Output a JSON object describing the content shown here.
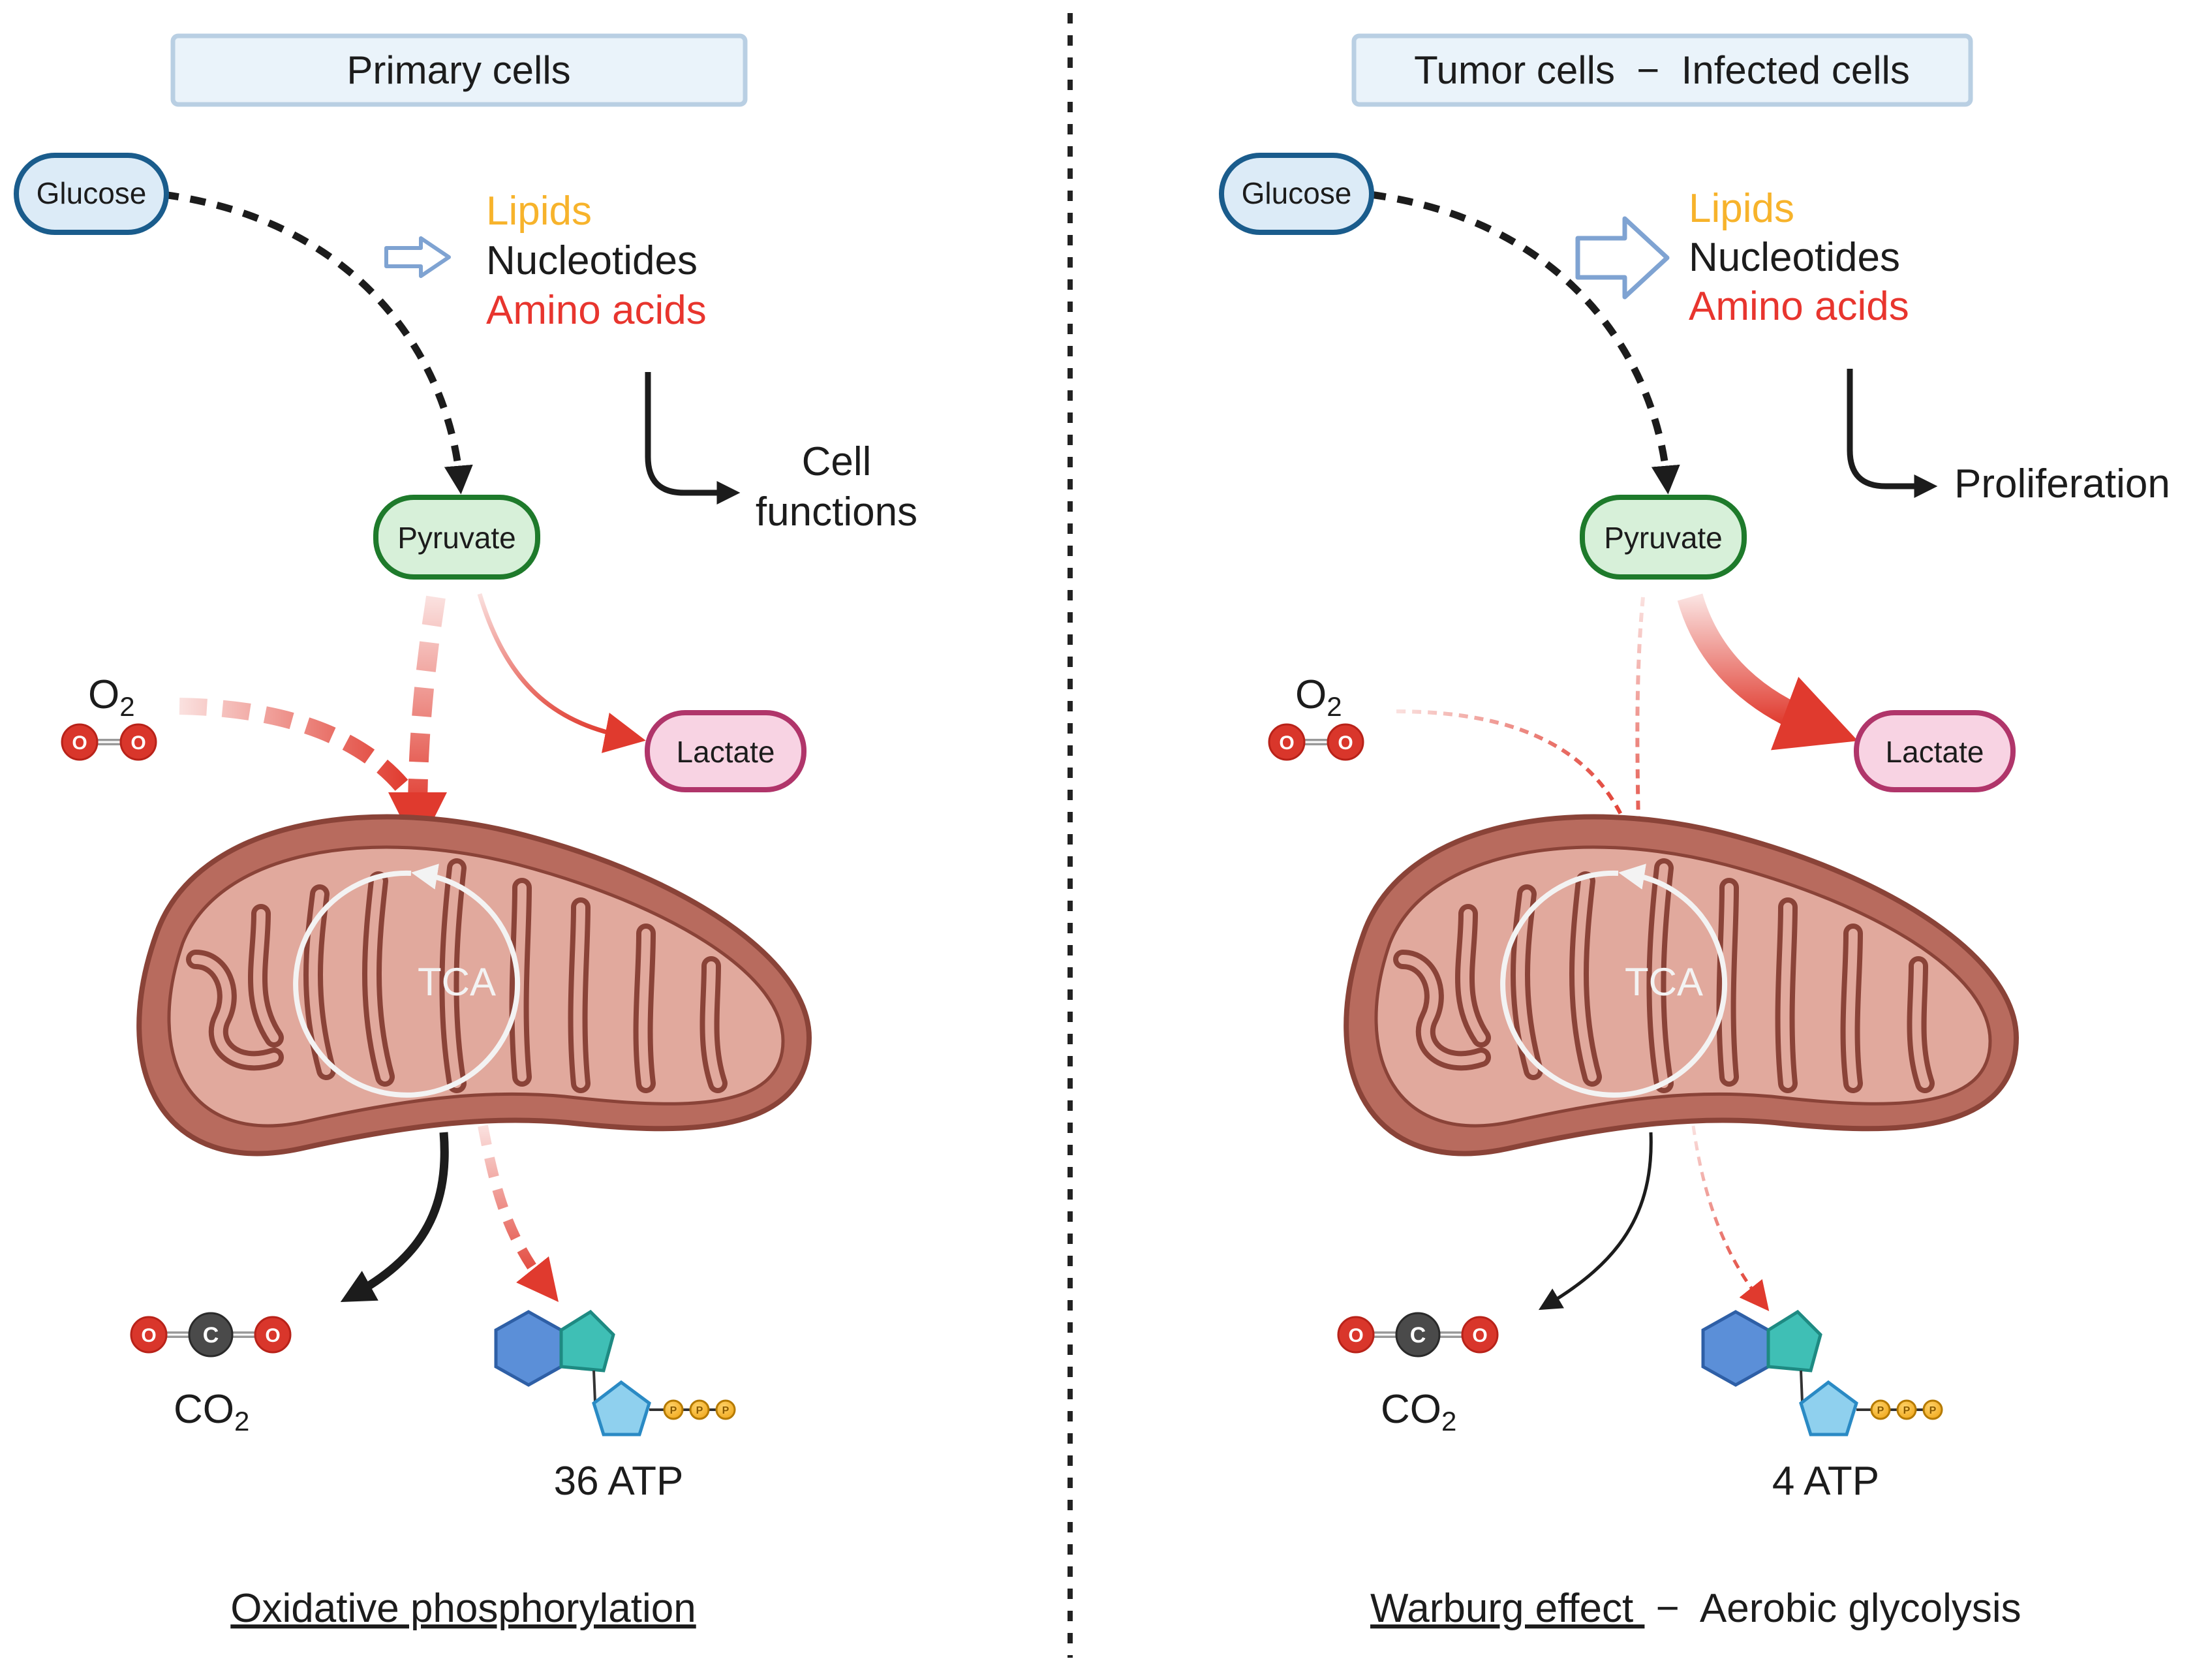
{
  "colors": {
    "lipids": "#F7B32B",
    "amino_acids": "#E8352E",
    "glucose_fill": "#DCEBF7",
    "glucose_stroke": "#1A5C8C",
    "pyruvate_fill": "#D7F0D9",
    "pyruvate_stroke": "#1E7A2B",
    "lactate_fill": "#F8D3E3",
    "lactate_stroke": "#B0356A",
    "mito_outer": "#B86B5E",
    "mito_inner": "#E1A99D",
    "arrow_red": "#E03A2E",
    "header_fill": "#EAF3FA",
    "header_stroke": "#B9CFE3"
  },
  "left_panel": {
    "header": "Primary cells",
    "glucose": "Glucose",
    "pyruvate": "Pyruvate",
    "lactate": "Lactate",
    "o2_label": "O",
    "o2_sub": "2",
    "products": {
      "lipids": "Lipids",
      "nucleotides": "Nucleotides",
      "amino_acids": "Amino acids"
    },
    "outcome_line1": "Cell",
    "outcome_line2": "functions",
    "tca": "TCA",
    "co2_label": "CO",
    "co2_sub": "2",
    "atp": "36 ATP",
    "caption": "Oxidative phosphorylation"
  },
  "right_panel": {
    "header": "Tumor cells  −  Infected cells",
    "glucose": "Glucose",
    "pyruvate": "Pyruvate",
    "lactate": "Lactate",
    "o2_label": "O",
    "o2_sub": "2",
    "products": {
      "lipids": "Lipids",
      "nucleotides": "Nucleotides",
      "amino_acids": "Amino acids"
    },
    "outcome": "Proliferation",
    "tca": "TCA",
    "co2_label": "CO",
    "co2_sub": "2",
    "atp": "4 ATP",
    "caption_underlined": "Warburg effect ",
    "caption_rest": " −  Aerobic glycolysis"
  },
  "molecule_letters": {
    "oxygen": "O",
    "carbon": "C",
    "phosphate": "P"
  }
}
